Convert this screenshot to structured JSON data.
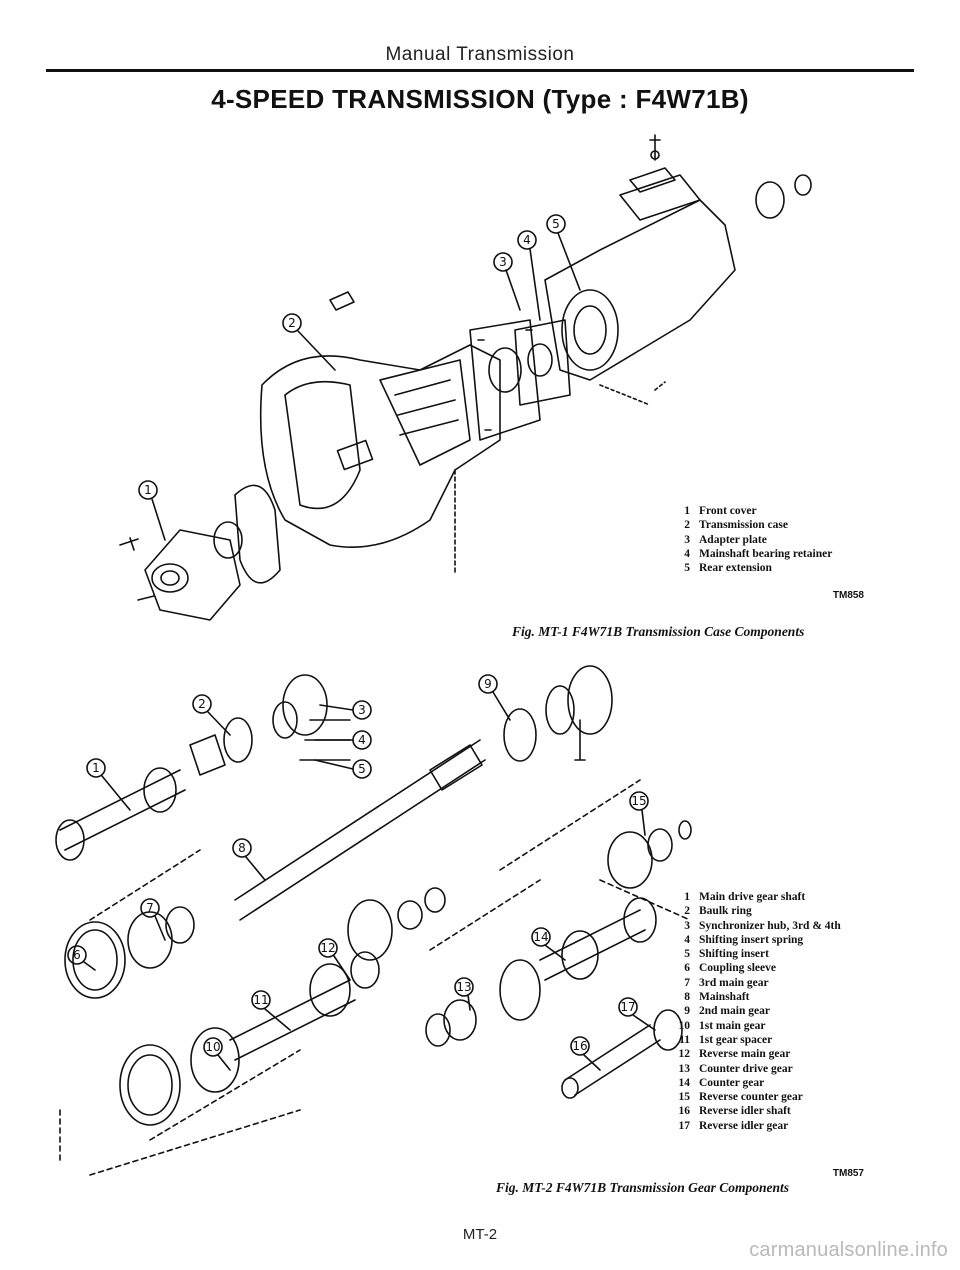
{
  "header": {
    "section": "Manual Transmission"
  },
  "title": "4-SPEED TRANSMISSION (Type : F4W71B)",
  "figure1": {
    "callouts": [
      "1",
      "2",
      "3",
      "4",
      "5"
    ],
    "legend": [
      {
        "num": "1",
        "text": "Front cover"
      },
      {
        "num": "2",
        "text": "Transmission case"
      },
      {
        "num": "3",
        "text": "Adapter plate"
      },
      {
        "num": "4",
        "text": "Mainshaft bearing retainer"
      },
      {
        "num": "5",
        "text": "Rear extension"
      }
    ],
    "code": "TM858",
    "caption": "Fig. MT-1  F4W71B Transmission Case Components"
  },
  "figure2": {
    "callouts": [
      "1",
      "2",
      "3",
      "4",
      "5",
      "6",
      "7",
      "8",
      "9",
      "10",
      "11",
      "12",
      "13",
      "14",
      "15",
      "16",
      "17"
    ],
    "legend": [
      {
        "num": "1",
        "text": "Main drive gear shaft"
      },
      {
        "num": "2",
        "text": "Baulk ring"
      },
      {
        "num": "3",
        "text": "Synchronizer hub, 3rd & 4th"
      },
      {
        "num": "4",
        "text": "Shifting insert spring"
      },
      {
        "num": "5",
        "text": "Shifting insert"
      },
      {
        "num": "6",
        "text": "Coupling sleeve"
      },
      {
        "num": "7",
        "text": "3rd main gear"
      },
      {
        "num": "8",
        "text": "Mainshaft"
      },
      {
        "num": "9",
        "text": "2nd main gear"
      },
      {
        "num": "10",
        "text": "1st main gear"
      },
      {
        "num": "11",
        "text": "1st gear spacer"
      },
      {
        "num": "12",
        "text": "Reverse main gear"
      },
      {
        "num": "13",
        "text": "Counter drive gear"
      },
      {
        "num": "14",
        "text": "Counter gear"
      },
      {
        "num": "15",
        "text": "Reverse counter gear"
      },
      {
        "num": "16",
        "text": "Reverse idler shaft"
      },
      {
        "num": "17",
        "text": "Reverse idler gear"
      }
    ],
    "code": "TM857",
    "caption": "Fig. MT-2  F4W71B Transmission Gear Components"
  },
  "footer": {
    "page_number": "MT-2",
    "watermark": "carmanualsonline.info"
  }
}
